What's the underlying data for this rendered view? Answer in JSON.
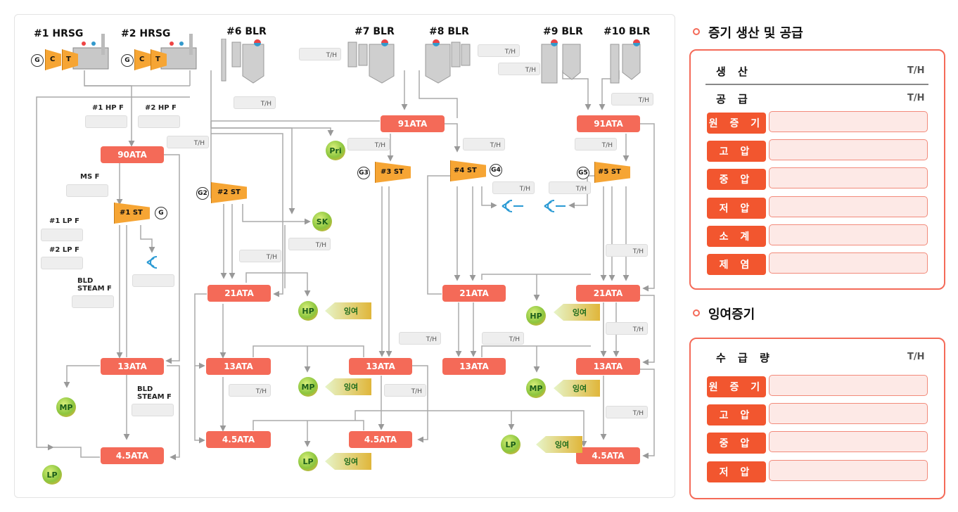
{
  "units": {
    "hrsg1": "#1 HRSG",
    "hrsg2": "#2 HRSG",
    "blr6": "#6 BLR",
    "blr7": "#7 BLR",
    "blr8": "#8 BLR",
    "blr9": "#9 BLR",
    "blr10": "#10 BLR"
  },
  "headers": {
    "h91a": "91ATA",
    "h91b": "91ATA",
    "h90": "90ATA",
    "h21a": "21ATA",
    "h21b": "21ATA",
    "h21c": "21ATA",
    "h13a": "13ATA",
    "h13b": "13ATA",
    "h13c": "13ATA",
    "h13d": "13ATA",
    "h13e": "13ATA",
    "h45a": "4.5ATA",
    "h45b": "4.5ATA",
    "h45c": "4.5ATA",
    "h45d": "4.5ATA"
  },
  "unit_th": "T/H",
  "flow_labels": {
    "hp1": "#1 HP F",
    "hp2": "#2 HP F",
    "msf": "MS F",
    "lp1": "#1 LP F",
    "lp2": "#2 LP F",
    "bld1": "BLD\nSTEAM F",
    "bld2": "BLD\nSTEAM F"
  },
  "turbines": {
    "st1": "#1 ST",
    "st2": "#2 ST",
    "st3": "#3 ST",
    "st4": "#4 ST",
    "st5": "#5 ST"
  },
  "generators": {
    "g": "G",
    "g2": "G2",
    "g3": "G3",
    "g4": "G4",
    "g5": "G5",
    "c": "C",
    "t": "T"
  },
  "consumers": {
    "pri": "Pri",
    "sk": "SK",
    "hp": "HP",
    "mp": "MP",
    "lp": "LP"
  },
  "surplus_label": "잉여",
  "production": {
    "title": "증기 생산 및 공급",
    "produce": "생 산",
    "supply": "공 급",
    "unit": "T/H",
    "rows": [
      "원 증 기",
      "고 압",
      "중 압",
      "저 압",
      "소 계",
      "제 염"
    ]
  },
  "surplus_steam": {
    "title": "잉여증기",
    "head": "수 급 량",
    "unit": "T/H",
    "rows": [
      "원 증 기",
      "고 압",
      "중 압",
      "저 압"
    ]
  },
  "colors": {
    "accent": "#f46a58",
    "turbine": "#f6a534",
    "consumer": "#8cc63f"
  }
}
